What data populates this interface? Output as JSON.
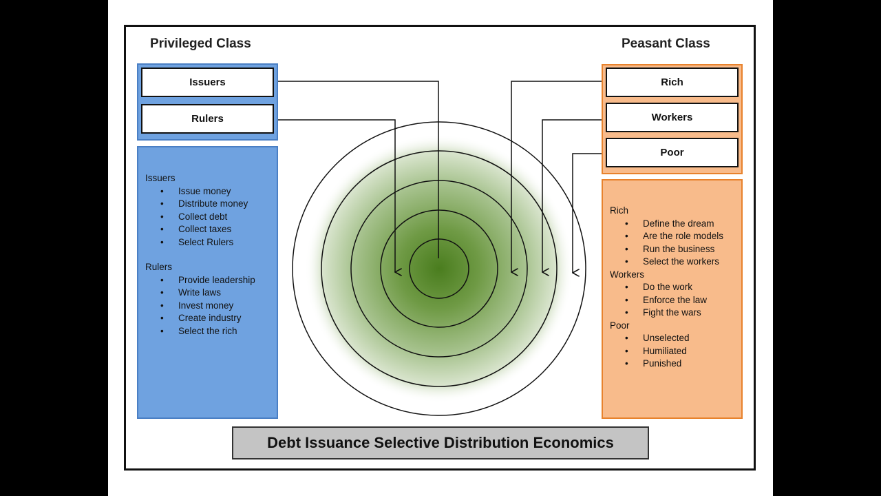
{
  "title": "Debt Issuance Selective Distribution Economics",
  "colors": {
    "privileged_fill": "#6fa2e0",
    "privileged_border": "#4a7fc4",
    "peasant_fill": "#f8bb8b",
    "peasant_border": "#e8822c",
    "center_green": "#4a7d1e"
  },
  "privileged": {
    "heading": "Privileged Class",
    "boxes": [
      "Issuers",
      "Rulers"
    ],
    "groups": [
      {
        "name": "Issuers",
        "items": [
          "Issue money",
          "Distribute money",
          "Collect debt",
          "Collect taxes",
          "Select Rulers"
        ]
      },
      {
        "name": "Rulers",
        "items": [
          "Provide leadership",
          "Write laws",
          "Invest money",
          "Create industry",
          "Select the rich"
        ]
      }
    ]
  },
  "peasant": {
    "heading": "Peasant Class",
    "boxes": [
      "Rich",
      "Workers",
      "Poor"
    ],
    "groups": [
      {
        "name": "Rich",
        "items": [
          "Define the dream",
          "Are the role models",
          "Run the business",
          "Select the workers"
        ]
      },
      {
        "name": "Workers",
        "items": [
          "Do the work",
          "Enforce the law",
          "Fight the wars"
        ]
      },
      {
        "name": "Poor",
        "items": [
          "Unselected",
          "Humiliated",
          "Punished"
        ]
      }
    ]
  }
}
